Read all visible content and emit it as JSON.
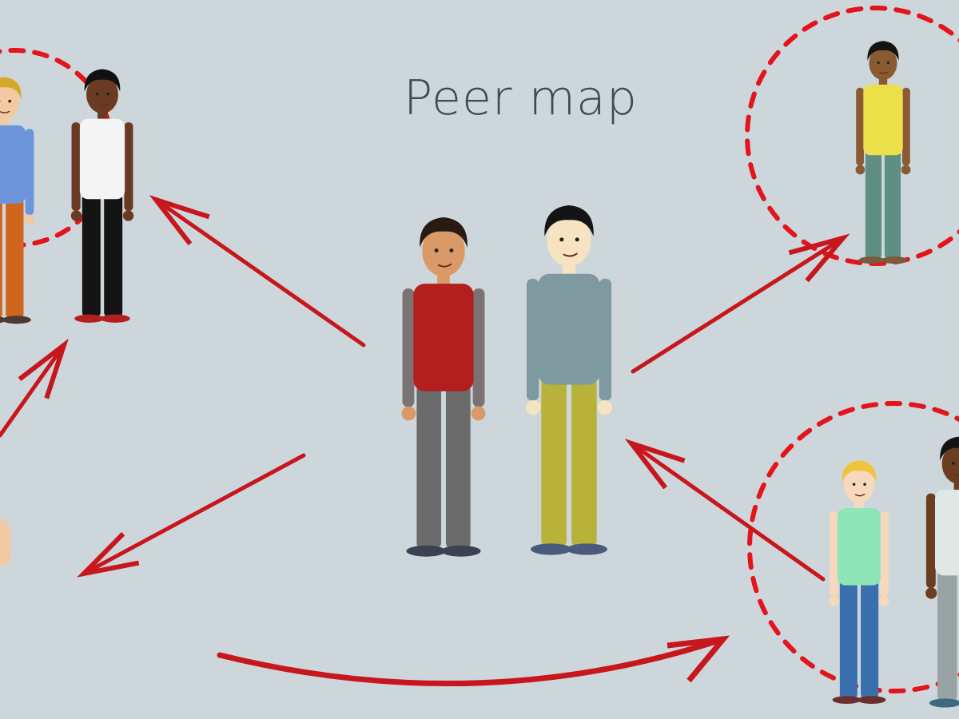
{
  "title": "Peer map",
  "colors": {
    "background": "#cdd6da",
    "arrow": "#c8161d",
    "circle": "#e3141b",
    "title": "#3f4b50"
  },
  "figures": [
    {
      "name": "figure-left-edge-boy",
      "skin": "#f2c9a0",
      "hair": "#d4a92a",
      "shirt": "#6d95dc",
      "sleeve": "#6d95dc",
      "pants": "#d0661e",
      "shoes": "#4a3a30"
    },
    {
      "name": "figure-afro-girl",
      "skin": "#6b3a22",
      "hair": "#111111",
      "shirt": "#f4f4f4",
      "sleeve": "#6b3a22",
      "pants": "#141414",
      "shoes": "#b42020"
    },
    {
      "name": "figure-center-boy-red",
      "skin": "#d99a68",
      "hair": "#2a1a14",
      "shirt": "#b31e1e",
      "sleeve": "#7b7373",
      "pants": "#6b6b6b",
      "shoes": "#3a4150"
    },
    {
      "name": "figure-center-boy-gray",
      "skin": "#f6e3c2",
      "hair": "#141414",
      "shirt": "#7f99a0",
      "sleeve": "#7f99a0",
      "pants": "#b8b13a",
      "shoes": "#4a5a7a"
    },
    {
      "name": "figure-top-right-boy",
      "skin": "#8a5a32",
      "hair": "#141414",
      "shirt": "#ece04a",
      "sleeve": "#8a5a32",
      "pants": "#5e8f82",
      "shoes": "#7a5a40"
    },
    {
      "name": "figure-blonde-girl",
      "skin": "#f6d8bc",
      "hair": "#efc43a",
      "shirt": "#8ee5b8",
      "sleeve": "#f6d8bc",
      "pants": "#3a6fae",
      "shoes": "#6a3030"
    },
    {
      "name": "figure-right-edge-boy",
      "skin": "#6b3e22",
      "hair": "#141414",
      "shirt": "#dfe8e4",
      "sleeve": "#6b3e22",
      "pants": "#9aa3a3",
      "shoes": "#3a6a80"
    }
  ]
}
